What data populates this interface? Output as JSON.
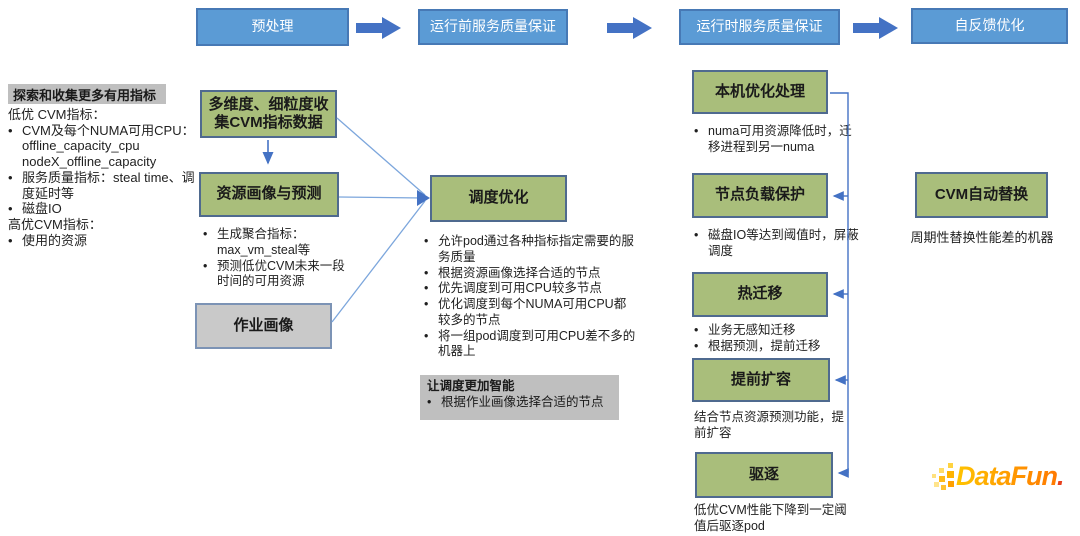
{
  "ui": {
    "bullet": "•"
  },
  "colors": {
    "stage_fill": "#5B9BD5",
    "stage_border": "#4779B5",
    "green_fill": "#A9BE7B",
    "green_border": "#4F6A8F",
    "gray_fill": "#BFBFBF",
    "arrow_blue": "#4472C4",
    "line_blue": "#7CA6DC",
    "logo_orange": "#FF9800",
    "logo_red": "#E8401C"
  },
  "stages": [
    {
      "label": "预处理"
    },
    {
      "label": "运行前服务质量保证"
    },
    {
      "label": "运行时服务质量保证"
    },
    {
      "label": "自反馈优化"
    }
  ],
  "left_panel": {
    "header": "探索和收集更多有用指标",
    "group1_title": "低优 CVM指标：",
    "bullet1_line1": "CVM及每个NUMA可用CPU：",
    "bullet1_line2": "offline_capacity_cpu",
    "bullet1_line3": "nodeX_offline_capacity",
    "bullet2": "服务质量指标：steal time、调度延时等",
    "bullet3": "磁盘IO",
    "group2_title": "高优CVM指标：",
    "bullet4": "使用的资源"
  },
  "preprocess": {
    "collect_box": "多维度、细粒度收集CVM指标数据",
    "profile_box": "资源画像与预测",
    "profile_bullets": [
      "生成聚合指标：max_vm_steal等",
      "预测低优CVM未来一段时间的可用资源"
    ],
    "job_box": "作业画像"
  },
  "pre_run": {
    "sched_box": "调度优化",
    "sched_bullets": [
      "允许pod通过各种指标指定需要的服务质量",
      "根据资源画像选择合适的节点",
      "优先调度到可用CPU较多节点",
      "优化调度到每个NUMA可用CPU都较多的节点",
      "将一组pod调度到可用CPU差不多的机器上"
    ],
    "smart_title": "让调度更加智能",
    "smart_bullet": "根据作业画像选择合适的节点"
  },
  "runtime": {
    "local_box": "本机优化处理",
    "local_bullet": "numa可用资源降低时，迁移进程到另一numa",
    "load_box": "节点负载保护",
    "load_bullet": "磁盘IO等达到阈值时，屏蔽调度",
    "migrate_box": "热迁移",
    "migrate_bullets": [
      "业务无感知迁移",
      "根据预测，提前迁移"
    ],
    "scale_box": "提前扩容",
    "scale_note": "结合节点资源预测功能，提前扩容",
    "evict_box": "驱逐",
    "evict_note": "低优CVM性能下降到一定阈值后驱逐pod"
  },
  "feedback": {
    "replace_box": "CVM自动替换",
    "replace_note": "周期性替换性能差的机器"
  },
  "logo": {
    "text": "DataFun",
    "period": "."
  }
}
